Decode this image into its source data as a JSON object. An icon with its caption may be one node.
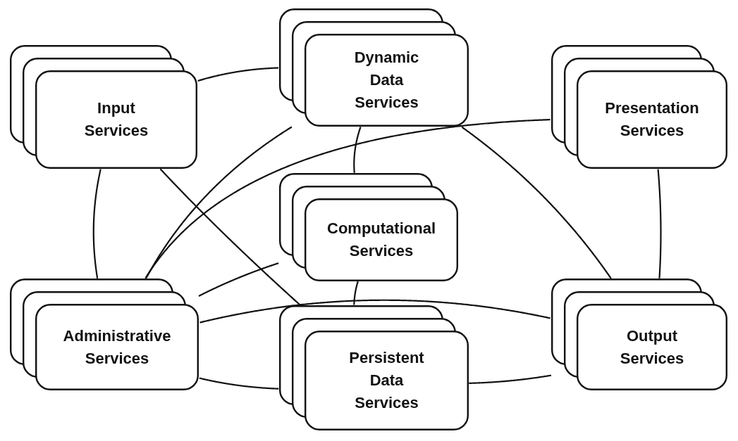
{
  "diagram": {
    "nodes": [
      {
        "text": [
          "Input Services"
        ]
      },
      {
        "text": [
          "Dynamic Data Services"
        ]
      },
      {
        "text": [
          "Presentation Services"
        ]
      },
      {
        "text": [
          "Computational Services"
        ]
      },
      {
        "text": [
          "Administrative Services"
        ]
      },
      {
        "text": [
          "Persistent Data Services"
        ]
      },
      {
        "text": [
          "Output Services"
        ]
      }
    ],
    "edges": [
      {
        "from": 0,
        "to": 1,
        "arrow": "none"
      },
      {
        "from": 0,
        "to": 4,
        "arrow": "none"
      },
      {
        "from": 0,
        "to": 5,
        "arrow": "none"
      },
      {
        "from": 1,
        "to": 4,
        "arrow": "none"
      },
      {
        "from": 1,
        "to": 3,
        "arrow": "none"
      },
      {
        "from": 1,
        "to": 6,
        "arrow": "none"
      },
      {
        "from": 2,
        "to": 4,
        "arrow": "none"
      },
      {
        "from": 2,
        "to": 6,
        "arrow": "none"
      },
      {
        "from": 3,
        "to": 4,
        "arrow": "none"
      },
      {
        "from": 3,
        "to": 5,
        "arrow": "none"
      },
      {
        "from": 4,
        "to": 6,
        "arrow": "none"
      },
      {
        "from": 4,
        "to": 5,
        "arrow": "none"
      },
      {
        "from": 5,
        "to": 6,
        "arrow": "none"
      }
    ]
  }
}
